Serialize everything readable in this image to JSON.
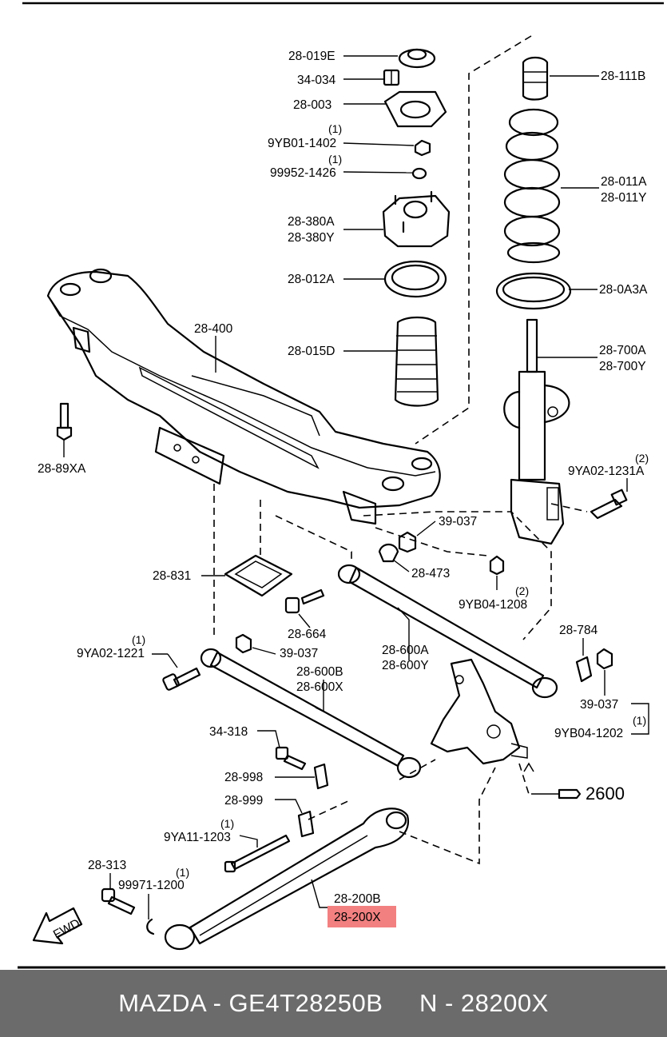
{
  "labels": {
    "l_28_019E": "28-019E",
    "l_34_034": "34-034",
    "l_28_003": "28-003",
    "q_9YB01": "(1)",
    "l_9YB01_1402": "9YB01-1402",
    "q_99952": "(1)",
    "l_99952_1426": "99952-1426",
    "l_28_380A": "28-380A",
    "l_28_380Y": "28-380Y",
    "l_28_012A": "28-012A",
    "l_28_015D": "28-015D",
    "l_28_400": "28-400",
    "l_28_89XA": "28-89XA",
    "l_28_111B": "28-111B",
    "l_28_011A": "28-011A",
    "l_28_011Y": "28-011Y",
    "l_28_0A3A": "28-0A3A",
    "l_28_700A": "28-700A",
    "l_28_700Y": "28-700Y",
    "q_9YA02_1231": "(2)",
    "l_9YA02_1231A": "9YA02-1231A",
    "l_39_037_a": "39-037",
    "l_28_473": "28-473",
    "l_28_831": "28-831",
    "q_9YB04_1208": "(2)",
    "l_9YB04_1208": "9YB04-1208",
    "l_28_664": "28-664",
    "q_9YA02_1221": "(1)",
    "l_9YA02_1221": "9YA02-1221",
    "l_39_037_b": "39-037",
    "l_28_600A": "28-600A",
    "l_28_600Y": "28-600Y",
    "l_28_600B": "28-600B",
    "l_28_600X": "28-600X",
    "l_28_784": "28-784",
    "l_39_037_c": "39-037",
    "q_9YB04_1202": "(1)",
    "l_9YB04_1202": "9YB04-1202",
    "l_34_318": "34-318",
    "l_28_998": "28-998",
    "l_2600": "2600",
    "l_28_999": "28-999",
    "q_9YA11": "(1)",
    "l_9YA11_1203": "9YA11-1203",
    "l_28_313": "28-313",
    "q_99971": "(1)",
    "l_99971_1200": "99971-1200",
    "l_28_200B": "28-200B",
    "l_28_200X": "28-200X",
    "fwd": "FWD"
  },
  "highlight": {
    "part": "28-200X",
    "color": "#f28080"
  },
  "footer": {
    "text": "MAZDA - GE4T28250B     N - 28200X",
    "background": "#6b6b6b",
    "color": "#ffffff"
  }
}
